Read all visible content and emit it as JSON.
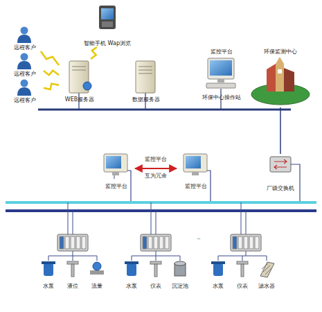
{
  "diagram": {
    "nodes": [
      {
        "text": [
          "远程客户"
        ]
      },
      {
        "text": [
          "远程客户"
        ]
      },
      {
        "text": [
          "远程客户"
        ]
      },
      {
        "text": [
          "智能手机 Wap浏览"
        ]
      },
      {
        "text": [
          "WEB服务器"
        ]
      },
      {
        "text": [
          "数据服务器"
        ]
      },
      {
        "text": [
          "监控平台",
          "环保中心操作站"
        ]
      },
      {
        "text": [
          "环保监测中心"
        ]
      },
      {
        "text": [
          "监控平台"
        ]
      },
      {
        "text": [
          "监控平台"
        ]
      },
      {
        "text": [
          "厂级交换机"
        ]
      },
      {
        "text": [
          "水泵"
        ]
      },
      {
        "text": [
          "液位"
        ]
      },
      {
        "text": [
          "流量"
        ]
      },
      {
        "text": [
          "水泵"
        ]
      },
      {
        "text": [
          "仪表"
        ]
      },
      {
        "text": [
          "沉淀池"
        ]
      },
      {
        "text": [
          "水泵"
        ]
      },
      {
        "text": [
          "仪表"
        ]
      },
      {
        "text": [
          "滤水器"
        ]
      }
    ],
    "edges": [
      {
        "from": 0,
        "to": 4,
        "arrow": "none"
      },
      {
        "from": 1,
        "to": 4,
        "arrow": "none"
      },
      {
        "from": 2,
        "to": 4,
        "arrow": "none"
      },
      {
        "from": 3,
        "to": 4,
        "arrow": "none"
      },
      {
        "from": 8,
        "to": 9,
        "label": "互为冗余",
        "arrow": "both"
      },
      {
        "from": 7,
        "to": 10,
        "arrow": "none"
      }
    ],
    "labels": [
      "监控平台",
      ".."
    ]
  }
}
